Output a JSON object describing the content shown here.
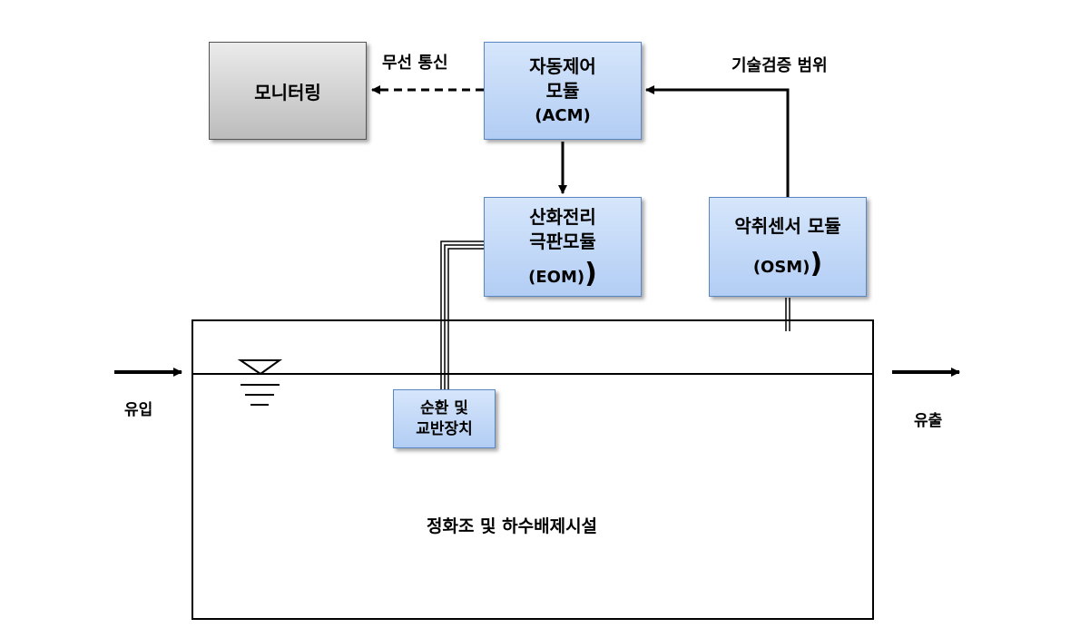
{
  "monitoring": {
    "label": "모니터링"
  },
  "wireless": {
    "label": "무선 통신"
  },
  "acm": {
    "line1": "자동제어",
    "line2": "모듈",
    "line3": "(ACM)"
  },
  "scope": {
    "label": "기술검증 범위"
  },
  "eom": {
    "line1": "산화전리",
    "line2": "극판모듈",
    "line3": "(EOM)"
  },
  "osm": {
    "line1": "악취센서 모듈",
    "line2": "(OSM)"
  },
  "paren": ")",
  "circ": {
    "line1": "순환 및",
    "line2": "교반장치"
  },
  "inflow": {
    "label": "유입"
  },
  "outflow": {
    "label": "유출"
  },
  "tank": {
    "label": "정화조 및 하수배제시설"
  },
  "colors": {
    "module_fill": "#b2cdf4",
    "module_border": "#5b86c4",
    "monitor_fill": "#bcbcbc"
  }
}
